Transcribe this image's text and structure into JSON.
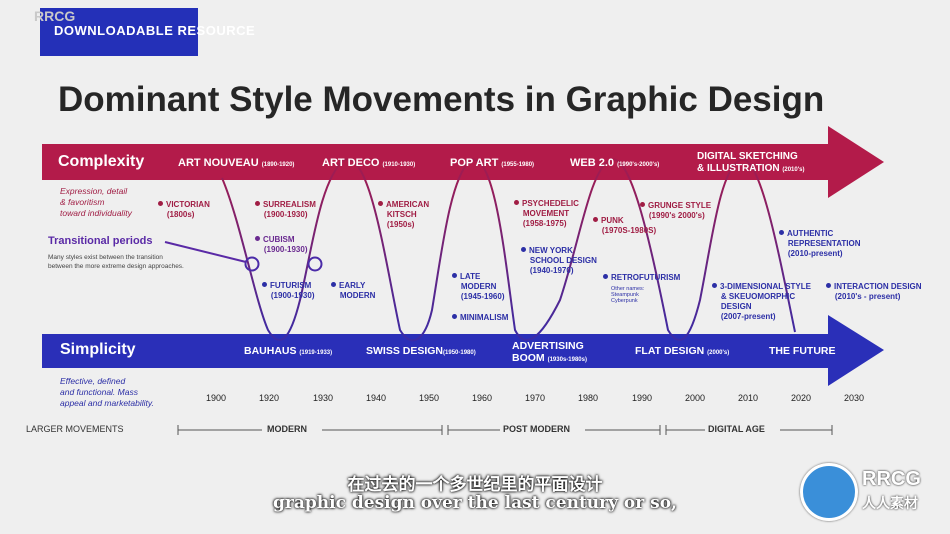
{
  "badge": {
    "label": "DOWNLOADABLE RESOURCE"
  },
  "watermark": {
    "corner": "RRCG"
  },
  "title": "Dominant Style Movements in Graphic Design",
  "colors": {
    "complexity": "#b31b4a",
    "simplicity": "#2a2fb8",
    "badge": "#2430b8"
  },
  "complexity": {
    "label": "Complexity",
    "desc": [
      "Expression, detail",
      "& favoritism",
      "toward individuality"
    ],
    "movements": [
      {
        "name": "ART NOUVEAU",
        "years": "(1890-1920)"
      },
      {
        "name": "ART DECO",
        "years": "(1910-1930)"
      },
      {
        "name": "POP ART",
        "years": "(1955-1980)"
      },
      {
        "name": "WEB 2.0",
        "years": "(1990's-2000's)"
      },
      {
        "name": "DIGITAL SKETCHING",
        "name2": "& ILLUSTRATION",
        "years": "(2010's)"
      }
    ]
  },
  "simplicity": {
    "label": "Simplicity",
    "desc": [
      "Effective, defined",
      "and functional. Mass",
      "appeal and marketability."
    ],
    "movements": [
      {
        "name": "BAUHAUS",
        "years": "(1919-1933)"
      },
      {
        "name": "SWISS DESIGN",
        "years": "(1950-1980)"
      },
      {
        "name": "ADVERTISING",
        "name2": "BOOM",
        "years": "(1930s-1980s)"
      },
      {
        "name": "FLAT DESIGN",
        "years": "(2000's)"
      },
      {
        "name": "THE FUTURE",
        "years": ""
      }
    ]
  },
  "transitional": {
    "label": "Transitional periods",
    "desc": [
      "Many styles exist between the transition",
      "between the more extreme design approaches."
    ]
  },
  "styles": {
    "victorian": [
      "VICTORIAN",
      "(1800s)"
    ],
    "surrealism": [
      "SURREALISM",
      "(1900-1930)"
    ],
    "cubism": [
      "CUBISM",
      "(1900-1930)"
    ],
    "futurism": [
      "FUTURISM",
      "(1900-1930)"
    ],
    "early_modern": [
      "EARLY",
      "MODERN"
    ],
    "american_kitsch": [
      "AMERICAN",
      "KITSCH",
      "(1950s)"
    ],
    "late_modern": [
      "LATE",
      "MODERN",
      "(1945-1960)"
    ],
    "minimalism": [
      "MINIMALISM"
    ],
    "psychedelic": [
      "PSYCHEDELIC",
      "MOVEMENT",
      "(1958-1975)"
    ],
    "ny_school": [
      "NEW YORK",
      "SCHOOL DESIGN",
      "(1940-1970)"
    ],
    "punk": [
      "PUNK",
      "(1970S-1980S)"
    ],
    "grunge": [
      "GRUNGE STYLE",
      "(1990's 2000's)"
    ],
    "retrofuturism": [
      "RETROFUTURISM"
    ],
    "retro_other": [
      "Other names:",
      "Steampunk",
      "Cyberpunk"
    ],
    "three_d": [
      "3-DIMENSIONAL STYLE",
      "& SKEUOMORPHIC",
      "DESIGN",
      "(2007-present)"
    ],
    "authentic": [
      "AUTHENTIC",
      "REPRESENTATION",
      "(2010-present)"
    ],
    "interaction": [
      "INTERACTION DESIGN",
      "(2010's - present)"
    ]
  },
  "years": [
    "1900",
    "1920",
    "1930",
    "1940",
    "1950",
    "1960",
    "1970",
    "1980",
    "1990",
    "2000",
    "2010",
    "2020",
    "2030"
  ],
  "larger": {
    "label": "LARGER MOVEMENTS",
    "eras": [
      "MODERN",
      "POST MODERN",
      "DIGITAL AGE"
    ]
  },
  "subtitles": {
    "cn": "在过去的一个多世纪里的平面设计",
    "en": "graphic design over the last century or so,"
  },
  "logo": {
    "name": "RRCG",
    "sub": "人人素材"
  }
}
